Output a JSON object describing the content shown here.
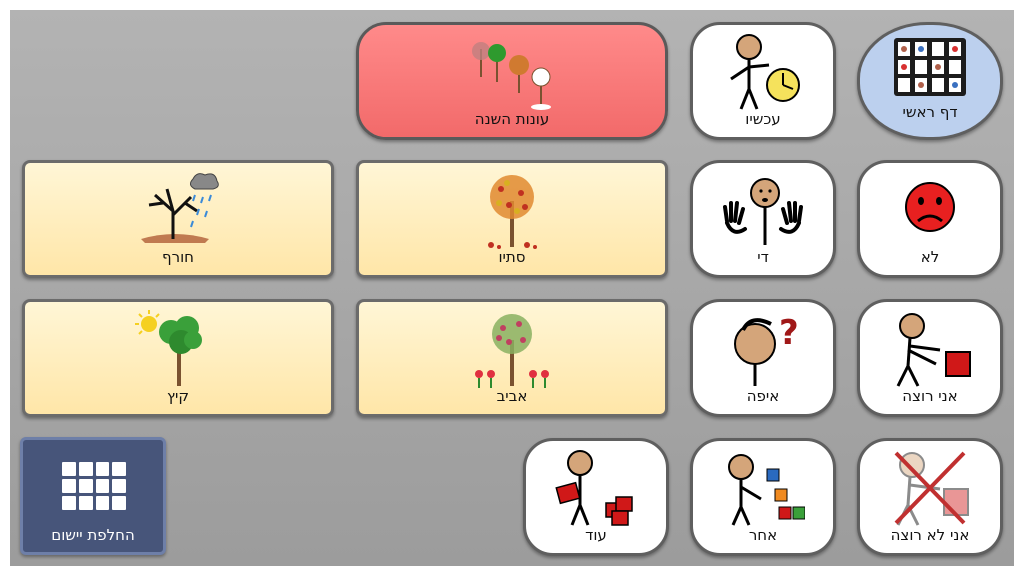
{
  "tiles": {
    "home": "דף ראשי",
    "now": "עכשיו",
    "seasons": "עונות השנה",
    "no": "לא",
    "enough": "די",
    "autumn": "סתיו",
    "winter": "חורף",
    "i_want": "אני רוצה",
    "where": "איפה",
    "spring": "אביב",
    "summer": "קיץ",
    "i_dont_want": "אני לא רוצה",
    "other": "אחר",
    "more": "עוד"
  },
  "switch_app": "החלפת יישום",
  "icons": {
    "home": "symbol-board-icon",
    "now": "person-clock-icon",
    "seasons": "four-seasons-trees-icon",
    "no": "sad-face-icon",
    "enough": "stop-hands-icon",
    "autumn": "autumn-tree-icon",
    "winter": "winter-tree-rain-icon",
    "i_want": "person-reaching-box-icon",
    "where": "person-question-icon",
    "spring": "spring-tree-flowers-icon",
    "summer": "summer-tree-sun-icon",
    "i_dont_want": "crossed-person-box-icon",
    "other": "person-blocks-icon",
    "more": "person-more-blocks-icon",
    "switch_app": "app-grid-icon"
  },
  "colors": {
    "board": "#a8a8a8",
    "category": "#ffe6a8",
    "seasons": "#f26a6a",
    "home": "#bcd0ee",
    "switch_app": "#47557a",
    "sad_face": "#e82020",
    "cross": "#c03030"
  }
}
